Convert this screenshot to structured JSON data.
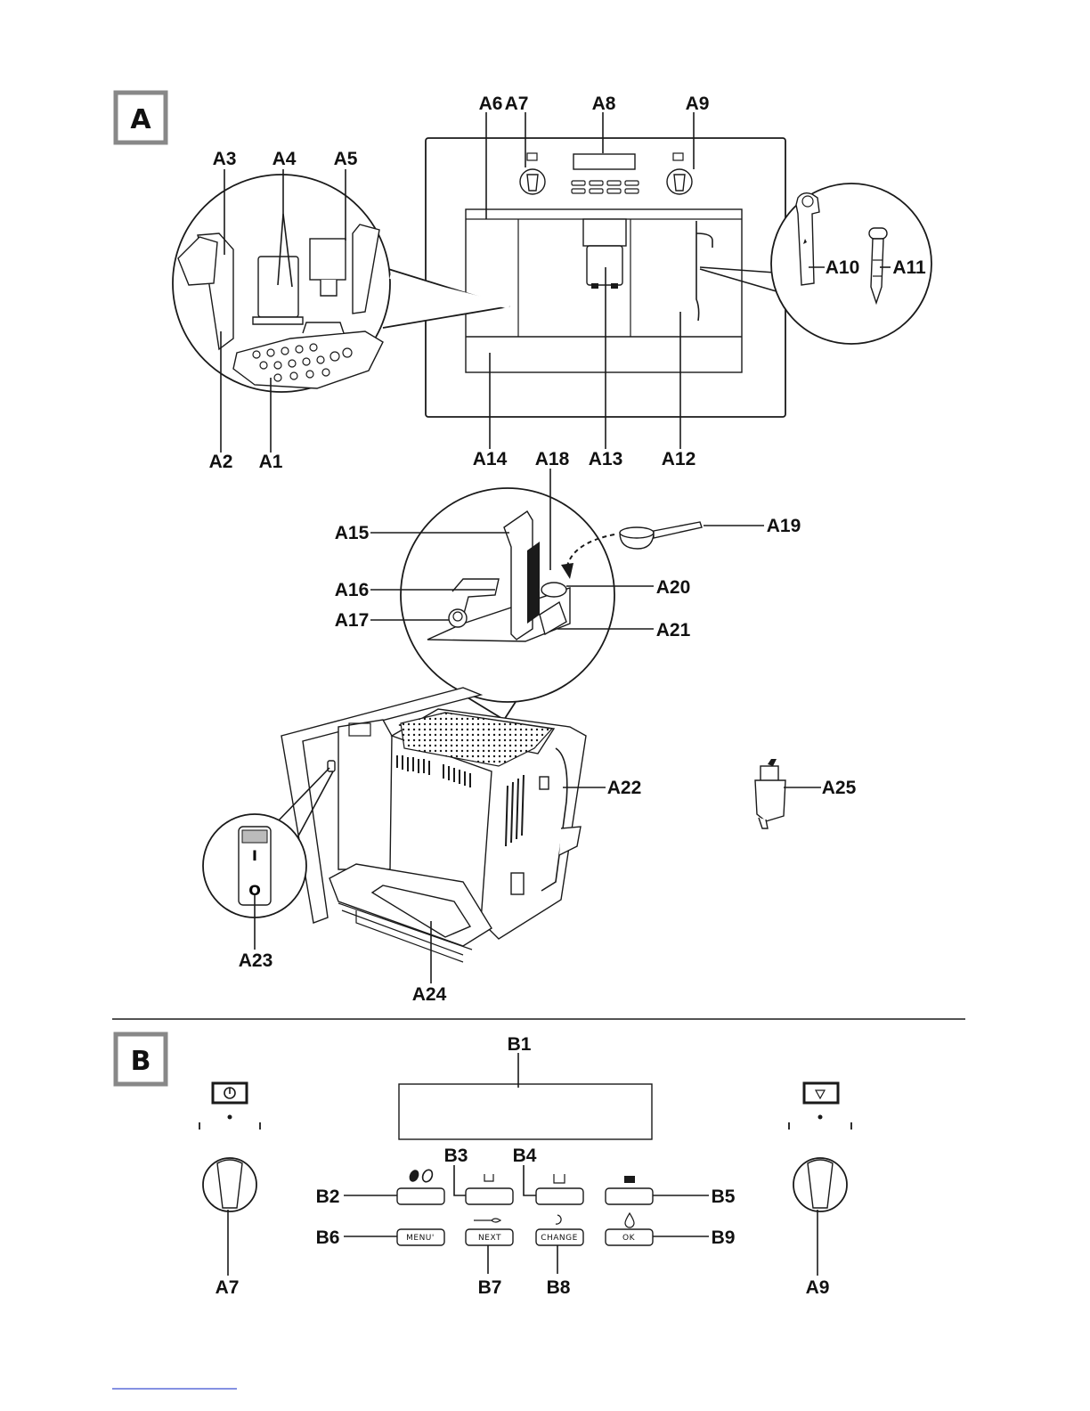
{
  "sections": {
    "a": "A",
    "b": "B"
  },
  "labels": {
    "A1": "A1",
    "A2": "A2",
    "A3": "A3",
    "A4": "A4",
    "A5": "A5",
    "A6": "A6",
    "A7": "A7",
    "A8": "A8",
    "A9": "A9",
    "A10": "A10",
    "A11": "A11",
    "A12": "A12",
    "A13": "A13",
    "A14": "A14",
    "A15": "A15",
    "A16": "A16",
    "A17": "A17",
    "A18": "A18",
    "A19": "A19",
    "A20": "A20",
    "A21": "A21",
    "A22": "A22",
    "A23": "A23",
    "A24": "A24",
    "A25": "A25",
    "B1": "B1",
    "B2": "B2",
    "B3": "B3",
    "B4": "B4",
    "B5": "B5",
    "B6": "B6",
    "B7": "B7",
    "B8": "B8",
    "B9": "B9",
    "A7b": "A7",
    "A9b": "A9"
  },
  "buttons": {
    "menu": "MENU'",
    "next": "NEXT",
    "change": "CHANGE",
    "ok": "OK"
  },
  "switch": {
    "on": "I",
    "off": "O"
  }
}
